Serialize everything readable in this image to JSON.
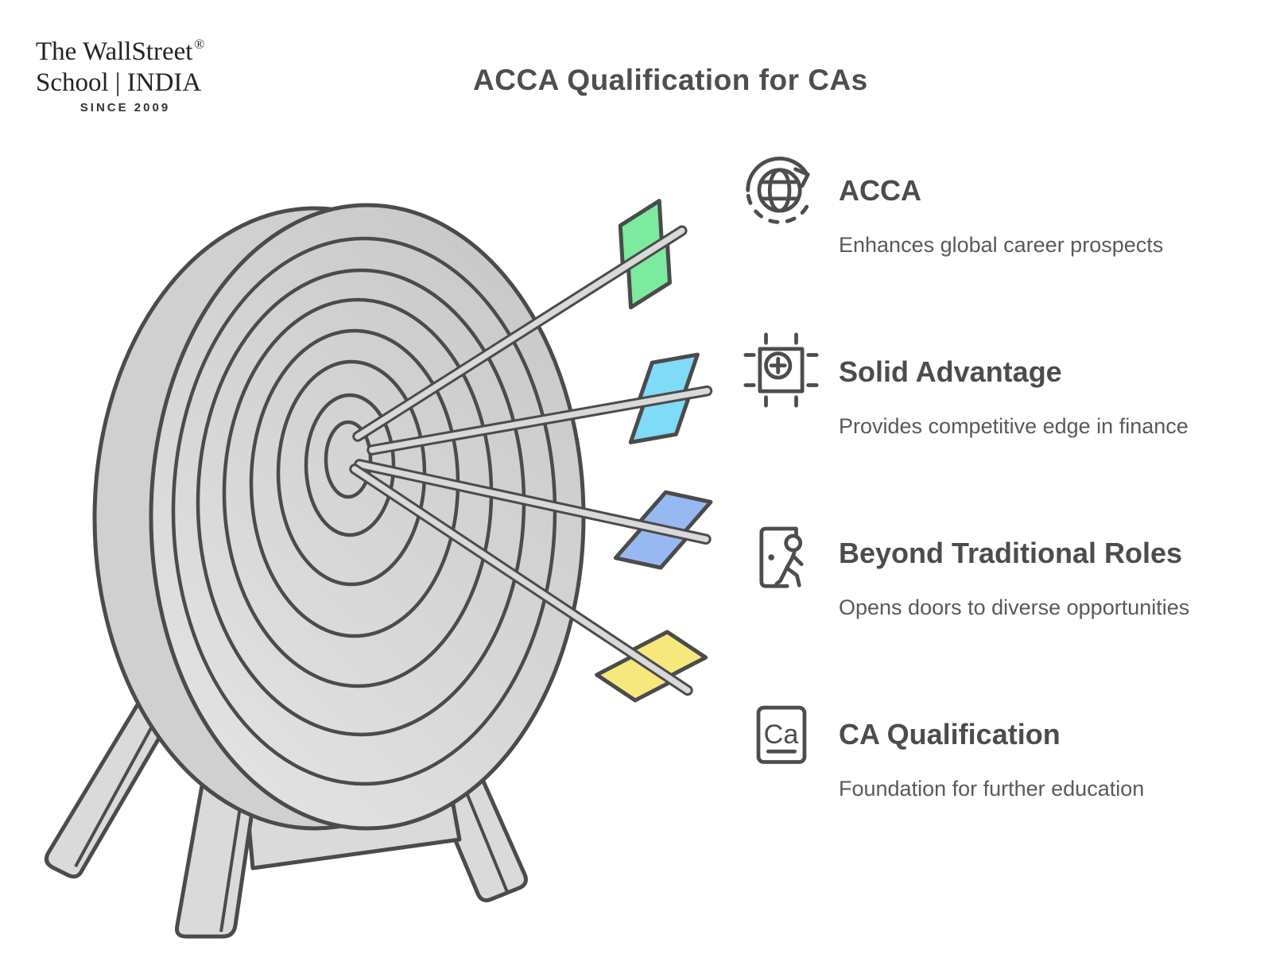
{
  "page": {
    "title": "ACCA Qualification for CAs",
    "background": "#ffffff"
  },
  "logo": {
    "line1": "The WallStreet",
    "registered": "®",
    "line2": "School | INDIA",
    "line3": "SINCE 2009"
  },
  "items": [
    {
      "icon": "globe-icon",
      "title": "ACCA",
      "subtitle": "Enhances global career prospects"
    },
    {
      "icon": "focus-frame-icon",
      "title": "Solid Advantage",
      "subtitle": "Provides competitive edge in finance"
    },
    {
      "icon": "door-exit-icon",
      "title": "Beyond Traditional Roles",
      "subtitle": "Opens doors to diverse opportunities"
    },
    {
      "icon": "ca-element-icon",
      "title": "CA Qualification",
      "subtitle": "Foundation for further education",
      "icon_text": "Ca"
    }
  ],
  "illustration": {
    "name": "archery-target-with-arrows",
    "outline": "#4b4b4b",
    "board_fill": "#d6d6d6",
    "shaft_fill": "#d9d9d9",
    "arrow_colors": {
      "green": "#7ceb9f",
      "cyan": "#7fdbf7",
      "blue": "#98b8f2",
      "yellow": "#f6e87d"
    }
  }
}
